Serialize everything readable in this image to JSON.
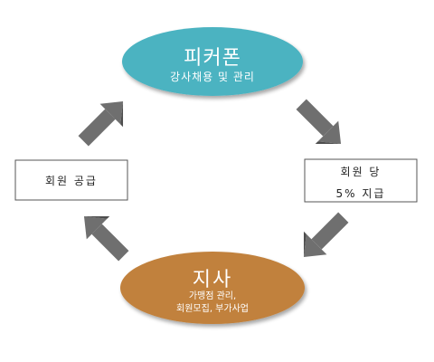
{
  "nodes": {
    "top": {
      "title": "피커폰",
      "subtitle": "강사채용 및 관리",
      "color": "#4bb3c1"
    },
    "bottom": {
      "title": "지사",
      "subtitle_line1": "가맹점 관리,",
      "subtitle_line2": "회원모집, 부가사업",
      "color": "#c1813c"
    },
    "left": {
      "label": "회원 공급"
    },
    "right": {
      "label_line1": "회원 당",
      "label_line2": "5% 지급"
    }
  },
  "arrows": [
    "top-to-right",
    "right-to-bottom",
    "bottom-to-left",
    "left-to-top"
  ],
  "colors": {
    "arrow": "#6f6f6f",
    "arrow_dark": "#4d4d4d",
    "box_border": "#555555"
  }
}
